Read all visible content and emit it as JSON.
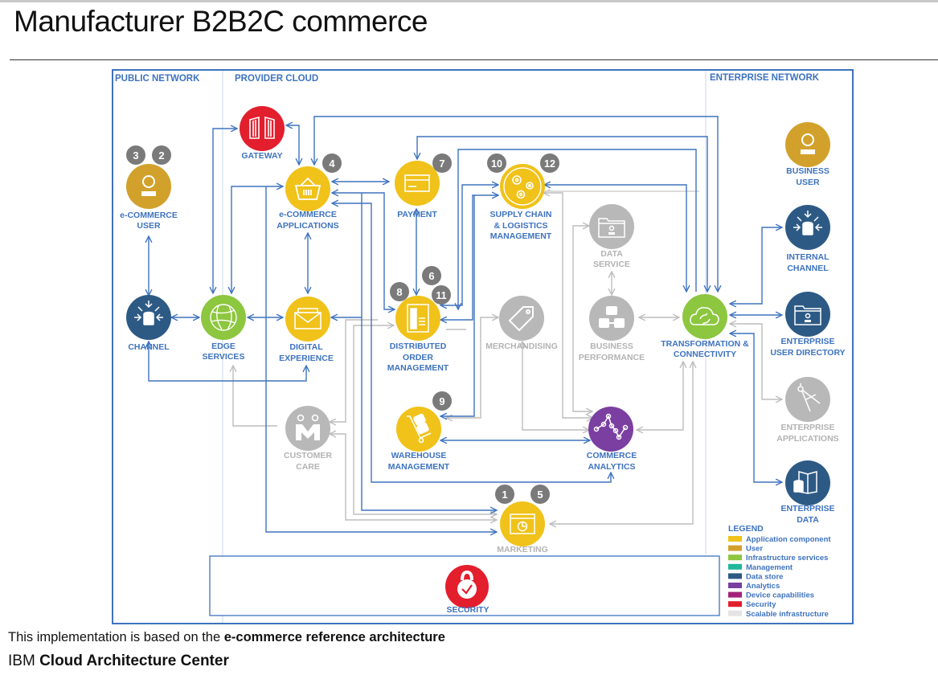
{
  "page": {
    "title": "Manufacturer B2B2C commerce",
    "footer_note_prefix": "This implementation is based on the ",
    "footer_note_link": "e-commerce reference architecture",
    "footer_brand_prefix": "IBM ",
    "footer_brand_name": "Cloud Architecture Center"
  },
  "zones": {
    "public": "PUBLIC NETWORK",
    "provider": "PROVIDER CLOUD",
    "enterprise": "ENTERPRISE NETWORK"
  },
  "colors": {
    "application": "#f0c21a",
    "user": "#d2a12c",
    "infrastructure": "#8dc63f",
    "management": "#1fb89a",
    "datastore": "#2d5a85",
    "analytics": "#7a3fa1",
    "device": "#a3237a",
    "security": "#e31e2d",
    "scalable": "#b8b8b8",
    "line": "#3e73bf",
    "line_gray": "#bdbdbd",
    "label": "#3e73bf",
    "label_gray": "#b3b3b3",
    "badge": "#7a7a7a"
  },
  "nodes": {
    "ecommerce_user": {
      "line1": "e-COMMERCE",
      "line2": "USER",
      "badges": [
        "3",
        "2"
      ]
    },
    "gateway": {
      "line1": "GATEWAY"
    },
    "ecommerce_apps": {
      "line1": "e-COMMERCE",
      "line2": "APPLICATIONS",
      "badges": [
        "4"
      ]
    },
    "payment": {
      "line1": "PAYMENT",
      "badges": [
        "7"
      ]
    },
    "supply_chain": {
      "line1": "SUPPLY CHAIN",
      "line2": "& LOGISTICS",
      "line3": "MANAGEMENT",
      "badges": [
        "10",
        "12"
      ]
    },
    "data_service": {
      "line1": "DATA",
      "line2": "SERVICE"
    },
    "business_user": {
      "line1": "BUSINESS",
      "line2": "USER"
    },
    "internal_channel": {
      "line1": "INTERNAL",
      "line2": "CHANNEL"
    },
    "channel": {
      "line1": "CHANNEL"
    },
    "edge_services": {
      "line1": "EDGE",
      "line2": "SERVICES"
    },
    "digital_experience": {
      "line1": "DIGITAL",
      "line2": "EXPERIENCE"
    },
    "dom": {
      "line1": "DISTRIBUTED",
      "line2": "ORDER",
      "line3": "MANAGEMENT",
      "badges": [
        "8",
        "6",
        "11"
      ]
    },
    "merchandising": {
      "line1": "MERCHANDISING"
    },
    "business_performance": {
      "line1": "BUSINESS",
      "line2": "PERFORMANCE"
    },
    "transformation": {
      "line1": "TRANSFORMATION &",
      "line2": "CONNECTIVITY"
    },
    "enterprise_user_directory": {
      "line1": "ENTERPRISE",
      "line2": "USER DIRECTORY"
    },
    "enterprise_applications": {
      "line1": "ENTERPRISE",
      "line2": "APPLICATIONS"
    },
    "customer_care": {
      "line1": "CUSTOMER",
      "line2": "CARE"
    },
    "warehouse": {
      "line1": "WAREHOUSE",
      "line2": "MANAGEMENT",
      "badges": [
        "9"
      ]
    },
    "commerce_analytics": {
      "line1": "COMMERCE",
      "line2": "ANALYTICS"
    },
    "marketing": {
      "line1": "MARKETING",
      "badges": [
        "1",
        "5"
      ]
    },
    "enterprise_data": {
      "line1": "ENTERPRISE",
      "line2": "DATA"
    },
    "security": {
      "line1": "SECURITY"
    }
  },
  "legend": {
    "title": "LEGEND",
    "items": [
      {
        "label": "Application component",
        "color": "#f0c21a"
      },
      {
        "label": "User",
        "color": "#d2a12c"
      },
      {
        "label": "Infrastructure services",
        "color": "#8dc63f"
      },
      {
        "label": "Management",
        "color": "#1fb89a"
      },
      {
        "label": "Data store",
        "color": "#2d5a85"
      },
      {
        "label": "Analytics",
        "color": "#7a3fa1"
      },
      {
        "label": "Device capabilities",
        "color": "#a3237a"
      },
      {
        "label": "Security",
        "color": "#e31e2d"
      },
      {
        "label": "Scalable infrastructure",
        "color": "#e4e4e4"
      }
    ]
  }
}
